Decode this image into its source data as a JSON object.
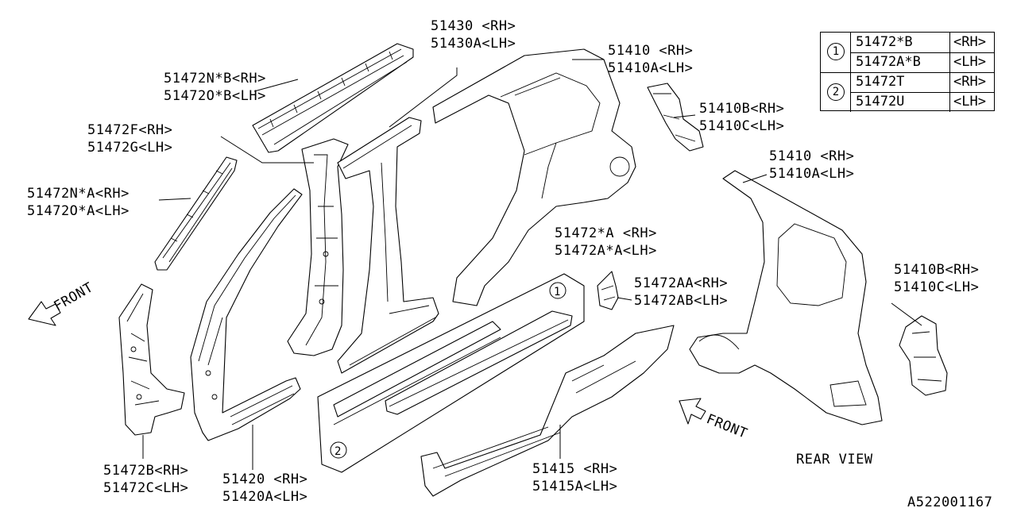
{
  "labels": {
    "p51430": [
      "51430  <RH>",
      "51430A<LH>"
    ],
    "p51410_top": [
      "51410  <RH>",
      "51410A<LH>"
    ],
    "p51472NB": [
      "51472N*B<RH>",
      "51472O*B<LH>"
    ],
    "p51472F": [
      "51472F<RH>",
      "51472G<LH>"
    ],
    "p51410B_top": [
      "51410B<RH>",
      "51410C<LH>"
    ],
    "p51472NA": [
      "51472N*A<RH>",
      "51472O*A<LH>"
    ],
    "p51410_rear": [
      "51410  <RH>",
      "51410A<LH>"
    ],
    "p51472A": [
      "51472*A <RH>",
      "51472A*A<LH>"
    ],
    "p51472AA": [
      "51472AA<RH>",
      "51472AB<LH>"
    ],
    "p51410B_rear": [
      "51410B<RH>",
      "51410C<LH>"
    ],
    "p51472B": [
      "51472B<RH>",
      "51472C<LH>"
    ],
    "p51420": [
      "51420  <RH>",
      "51420A<LH>"
    ],
    "p51415": [
      "51415  <RH>",
      "51415A<LH>"
    ]
  },
  "front_label_1": "FRONT",
  "front_label_2": "FRONT",
  "rear_view": "REAR VIEW",
  "diagram_id": "A522001167",
  "callout_1": "1",
  "callout_2": "2",
  "legend": {
    "rows": [
      {
        "part": "51472*B",
        "side": "<RH>"
      },
      {
        "part": "51472A*B",
        "side": "<LH>"
      },
      {
        "part": "51472T",
        "side": "<RH>"
      },
      {
        "part": "51472U",
        "side": "<LH>"
      }
    ],
    "keys": [
      "1",
      "2"
    ]
  }
}
